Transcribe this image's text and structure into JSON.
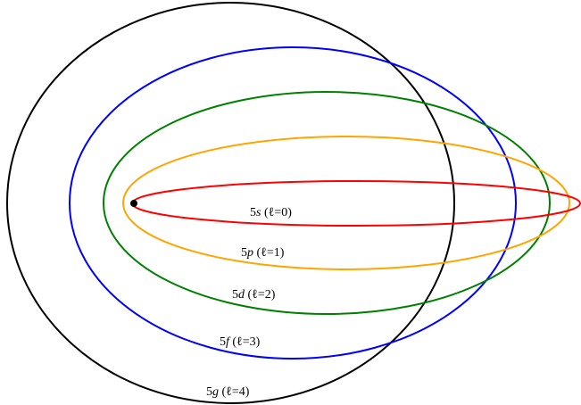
{
  "orbits": [
    {
      "n": "5",
      "sub": "s",
      "rest": " (ℓ=0)",
      "color": "#ff0000"
    },
    {
      "n": "5",
      "sub": "p",
      "rest": " (ℓ=1)",
      "color": "#ffa500"
    },
    {
      "n": "5",
      "sub": "d",
      "rest": " (ℓ=2)",
      "color": "#008000"
    },
    {
      "n": "5",
      "sub": "f",
      "rest": " (ℓ=3)",
      "color": "#0000ff"
    },
    {
      "n": "5",
      "sub": "g",
      "rest": " (ℓ=4)",
      "color": "#000000"
    }
  ],
  "nucleus_color": "#000000"
}
